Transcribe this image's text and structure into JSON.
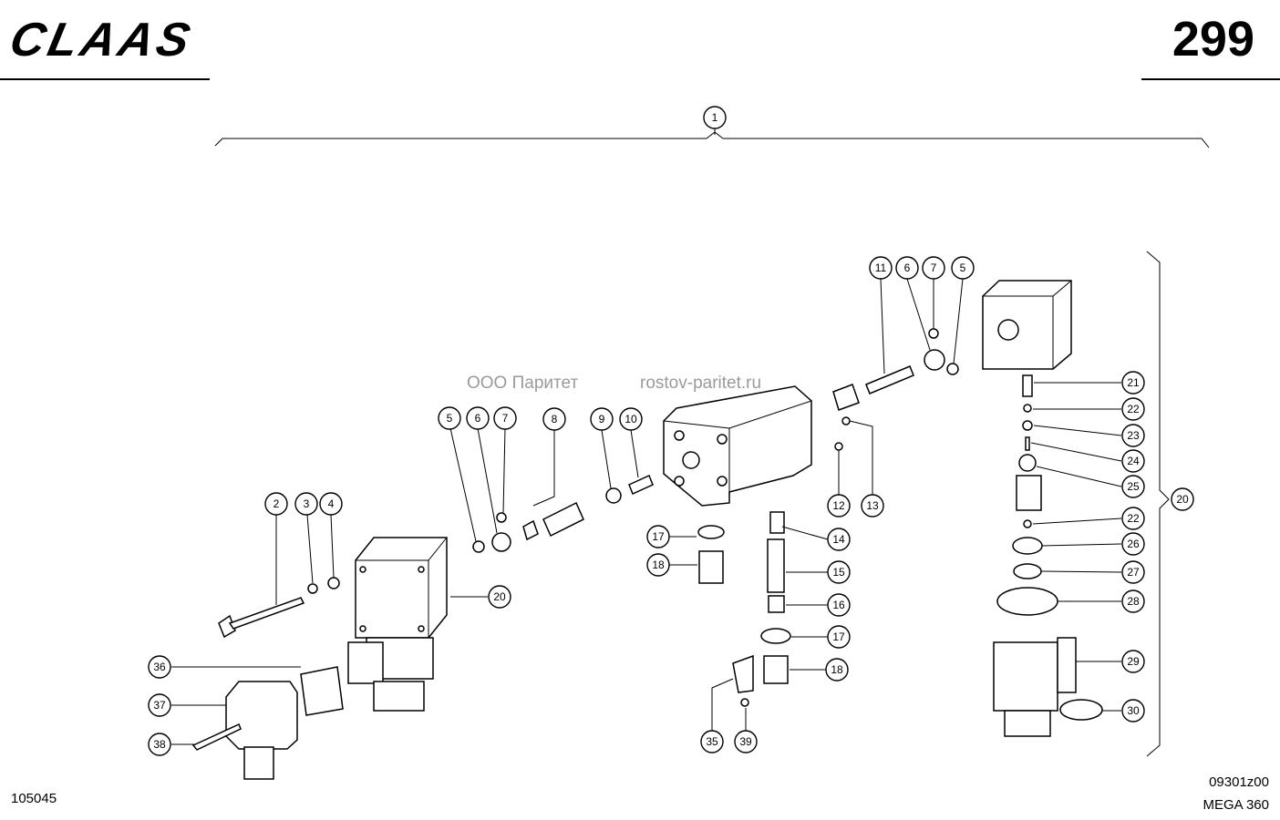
{
  "header": {
    "brand": "CLAAS",
    "page_number": "299"
  },
  "watermark": {
    "company": "ООО Паритет",
    "site": "rostov-paritet.ru"
  },
  "footer": {
    "drawing_ref": "105045",
    "code": "09301z00",
    "model": "MEGA 360"
  },
  "callouts": [
    "1",
    "2",
    "3",
    "4",
    "5",
    "6",
    "7",
    "8",
    "9",
    "10",
    "11",
    "6",
    "7",
    "5",
    "12",
    "13",
    "14",
    "15",
    "16",
    "17",
    "18",
    "17",
    "18",
    "20",
    "21",
    "22",
    "23",
    "24",
    "25",
    "22",
    "26",
    "27",
    "28",
    "29",
    "30",
    "20",
    "35",
    "39",
    "36",
    "37",
    "38"
  ]
}
